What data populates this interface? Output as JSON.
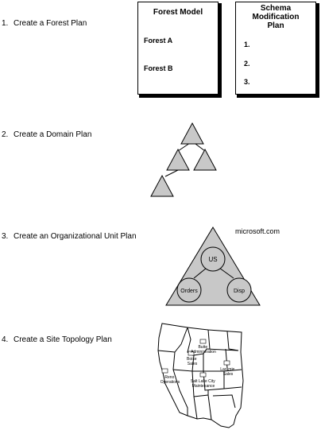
{
  "steps": [
    {
      "number": "1.",
      "label": "Create a Forest Plan"
    },
    {
      "number": "2.",
      "label": "Create a Domain Plan"
    },
    {
      "number": "3.",
      "label": "Create an Organizational Unit Plan"
    },
    {
      "number": "4.",
      "label": "Create a Site Topology Plan"
    }
  ],
  "forest_model": {
    "title": "Forest Model",
    "items": [
      "Forest A",
      "Forest B"
    ]
  },
  "schema_plan": {
    "title_lines": [
      "Schema",
      "Modification",
      "Plan"
    ],
    "items": [
      "1.",
      "2.",
      "3."
    ]
  },
  "ou_plan": {
    "domain": "microsoft.com",
    "nodes": {
      "top": "US",
      "left": "Orders",
      "right": "Disp"
    }
  },
  "site_plan": {
    "sites": [
      {
        "lines": [
          "Butte",
          "Administration"
        ]
      },
      {
        "lines": [
          "Boise",
          "Sales"
        ]
      },
      {
        "lines": [
          "Laramie",
          "Sales"
        ]
      },
      {
        "lines": [
          "Reno",
          "Operations"
        ]
      },
      {
        "lines": [
          "Salt Lake City",
          "Maintenance"
        ]
      }
    ]
  },
  "colors": {
    "fill": "#c8c8c8",
    "line": "#000000"
  }
}
